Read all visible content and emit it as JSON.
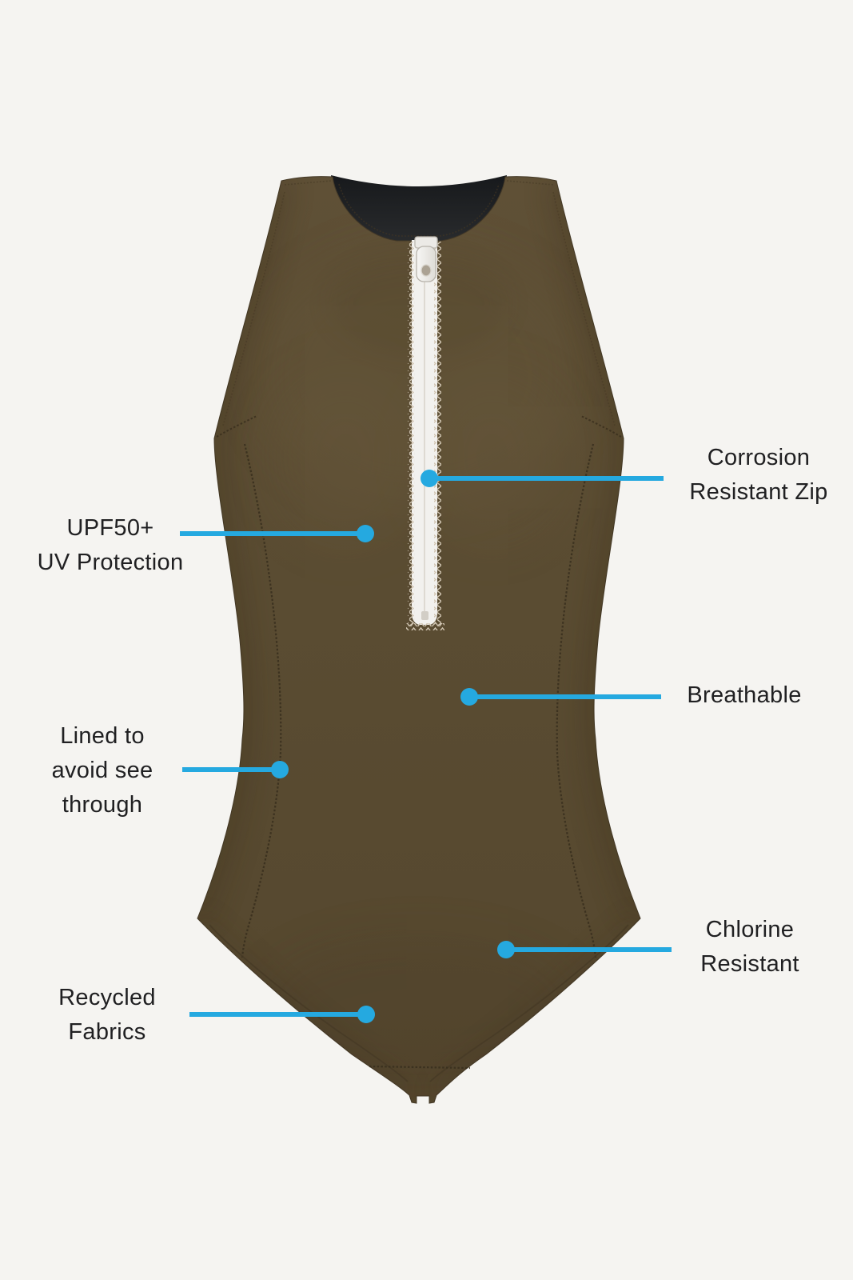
{
  "page": {
    "background": "#f5f4f1"
  },
  "product": {
    "name": "One-piece swimsuit front view",
    "fabric_color": "#57492f",
    "lining_color": "#1f2124",
    "zip_tape_color": "#f1f0ed"
  },
  "callouts": {
    "accent_color": "#25a9e0",
    "text_color": "#202022",
    "items": [
      {
        "id": "corrosion-zip",
        "label": "Corrosion\nResistant Zip"
      },
      {
        "id": "upf",
        "label": "UPF50+\nUV Protection"
      },
      {
        "id": "breathable",
        "label": "Breathable"
      },
      {
        "id": "lined",
        "label": "Lined to\navoid see\nthrough"
      },
      {
        "id": "chlorine",
        "label": "Chlorine\nResistant"
      },
      {
        "id": "recycled",
        "label": "Recycled\nFabrics"
      }
    ]
  }
}
